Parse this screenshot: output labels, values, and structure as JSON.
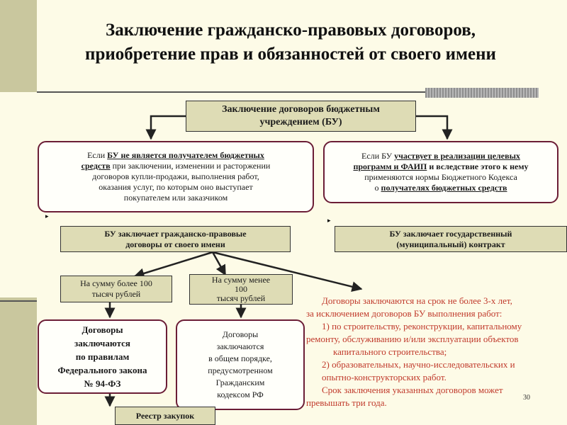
{
  "title": {
    "line1": "Заключение гражданско-правовых договоров,",
    "line2": "приобретение прав и обязанностей от своего имени"
  },
  "boxes": {
    "top": {
      "line1": "Заключение договоров бюджетным",
      "line2": "учреждением (БУ)"
    },
    "left_condition": {
      "l1a": "Если ",
      "l1b": "БУ не является получателем бюджетных",
      "l2a": "средств",
      "l2b": " при заключении, изменении и расторжении",
      "l3": "договоров купли-продажи, выполнения работ,",
      "l4": "оказания услуг, по которым оно выступает",
      "l5": "покупателем или заказчиком"
    },
    "right_condition": {
      "l1a": "Если БУ ",
      "l1b": "участвует в реализации целевых",
      "l2a": "программ и ФАИП",
      "l2b": " и вследствие этого к нему",
      "l3": "применяются нормы Бюджетного Кодекса",
      "l4a": "о ",
      "l4b": "получателях бюджетных средств"
    },
    "civil_contracts": {
      "line1": "БУ заключает гражданско-правовые",
      "line2": "договоры от своего имени"
    },
    "state_contract": {
      "line1": "БУ заключает государственный",
      "line2": "(муниципальный) контракт"
    },
    "over_100": {
      "line1": "На сумму более 100",
      "line2": "тысяч рублей"
    },
    "under_100": {
      "line1": "На сумму менее",
      "line2": "100",
      "line3": "тысяч рублей"
    },
    "law94": {
      "l1": "Договоры",
      "l2": "заключаются",
      "l3": "по правилам",
      "l4": "Федерального закона",
      "l5": "№ 94-ФЗ"
    },
    "general": {
      "l1": "Договоры",
      "l2": "заключаются",
      "l3": "в общем порядке,",
      "l4": "предусмотренном",
      "l5": "Гражданским",
      "l6": "кодексом РФ"
    },
    "registry": "Реестр закупок"
  },
  "note": {
    "l1": "Договоры заключаются на срок не более 3-х лет,",
    "l2": "за исключением договоров БУ выполнения работ:",
    "l3": "1) по строительству, реконструкции, капитальному",
    "l4": "ремонту, обслуживанию и/или эксплуатации объектов",
    "l5": "капитального строительства;",
    "l6": "2) образовательных, научно-исследовательских и",
    "l7": "опытно-конструкторских работ.",
    "l8": "Срок заключения указанных договоров может",
    "l9": "превышать три года."
  },
  "page_number": "30",
  "colors": {
    "box_fill": "#dedcb5",
    "border_dark_red": "#6b1d36",
    "note_red": "#c0392b",
    "background": "#fdfbe7"
  }
}
